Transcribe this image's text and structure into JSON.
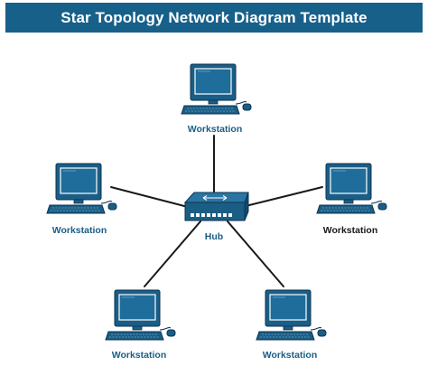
{
  "title": "Star Topology Network Diagram Template",
  "colors": {
    "title_bg": "#17608a",
    "title_text": "#ffffff",
    "device_fill": "#1a5e86",
    "device_stroke": "#0c3350",
    "label_blue": "#1a5e86",
    "label_black": "#1a1a1a",
    "link": "#1a1a1a"
  },
  "hub": {
    "label": "Hub",
    "icon": "network-hub-icon"
  },
  "workstations": [
    {
      "label": "Workstation",
      "icon": "workstation-icon",
      "label_color": "blue"
    },
    {
      "label": "Workstation",
      "icon": "workstation-icon",
      "label_color": "blue"
    },
    {
      "label": "Workstation",
      "icon": "workstation-icon",
      "label_color": "black"
    },
    {
      "label": "Workstation",
      "icon": "workstation-icon",
      "label_color": "blue"
    },
    {
      "label": "Workstation",
      "icon": "workstation-icon",
      "label_color": "blue"
    }
  ]
}
